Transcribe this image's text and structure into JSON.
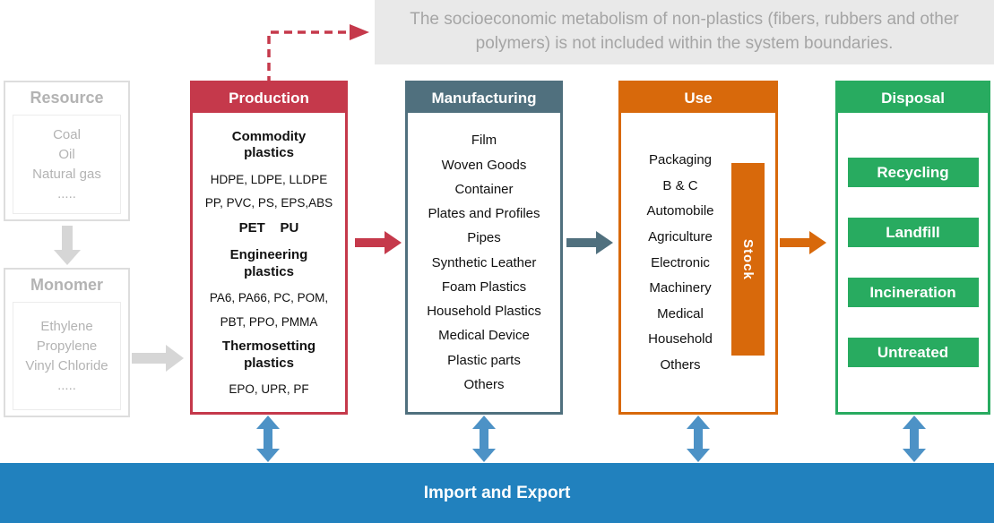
{
  "note": {
    "text": "The socioeconomic metabolism of non-plastics (fibers, rubbers and other polymers) is not included within the system boundaries."
  },
  "resource": {
    "title": "Resource",
    "items": [
      "Coal",
      "Oil",
      "Natural gas",
      "....."
    ]
  },
  "monomer": {
    "title": "Monomer",
    "items": [
      "Ethylene",
      "Propylene",
      "Vinyl Chloride",
      "....."
    ]
  },
  "production": {
    "title": "Production",
    "sections": [
      {
        "heading": "Commodity plastics",
        "lines": [
          "HDPE, LDPE, LLDPE",
          "PP, PVC, PS, EPS,ABS"
        ]
      },
      {
        "heading": "PET    PU",
        "lines": []
      },
      {
        "heading": "Engineering plastics",
        "lines": [
          "PA6, PA66, PC, POM,",
          "PBT, PPO, PMMA"
        ]
      },
      {
        "heading": "Thermosetting plastics",
        "lines": [
          "EPO, UPR, PF"
        ]
      }
    ]
  },
  "manufacturing": {
    "title": "Manufacturing",
    "items": [
      "Film",
      "Woven Goods",
      "Container",
      "Plates and Profiles",
      "Pipes",
      "Synthetic Leather",
      "Foam Plastics",
      "Household Plastics",
      "Medical Device",
      "Plastic parts",
      "Others"
    ]
  },
  "use": {
    "title": "Use",
    "items": [
      "Packaging",
      "B & C",
      "Automobile",
      "Agriculture",
      "Electronic",
      "Machinery",
      "Medical",
      "Household",
      "Others"
    ],
    "stock_label": "Stock"
  },
  "disposal": {
    "title": "Disposal",
    "items": [
      "Recycling",
      "Landfill",
      "Incineration",
      "Untreated"
    ]
  },
  "footer": {
    "label": "Import and Export"
  },
  "colors": {
    "production_red": "#C5394B",
    "manufacturing_slate": "#50707E",
    "use_orange": "#D8690B",
    "disposal_green": "#28AB60",
    "footer_blue": "#2181BE",
    "vertical_arrow_blue": "#4D92C6",
    "faded_gray_text": "#B3B3B3",
    "faded_gray_arrow": "#D6D6D6",
    "note_background": "#E9E9E9",
    "note_text": "#A5A5A5"
  }
}
